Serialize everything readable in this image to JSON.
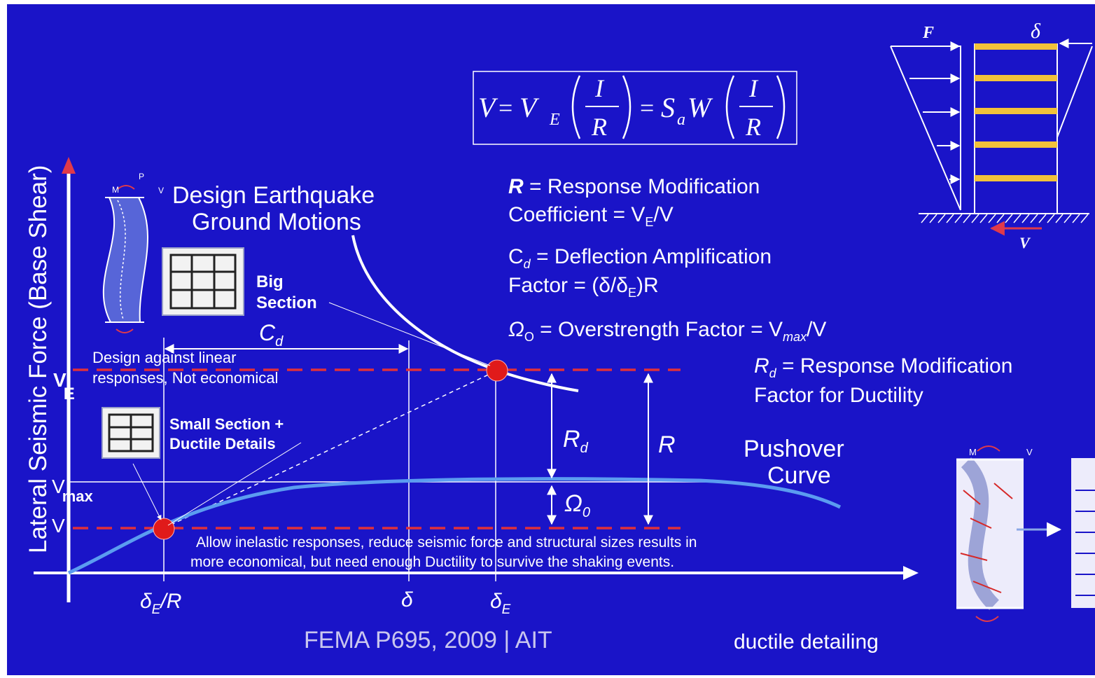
{
  "colors": {
    "background": "#1a14c8",
    "frame": "#ffffff",
    "text": "#ffffff",
    "curve": "#5b9cf0",
    "dashed": "#e0303a",
    "point": "#e01a1a",
    "axis_arrow": "#e03a4a",
    "floor_beam": "#f2c23a",
    "footer_text": "#c9c6ee"
  },
  "equation": {
    "lhs": "V",
    "ve": "V",
    "ve_sub": "E",
    "i1": "I",
    "r1": "R",
    "sa": "S",
    "sa_sub": "a",
    "w": "W",
    "i2": "I",
    "r2": "R"
  },
  "definitions": {
    "r_symbol": "R",
    "r_line1": " = Response Modification",
    "r_line2a": "Coefficient = V",
    "r_line2_sub": "E",
    "r_line2b": "/V",
    "cd_symbol": "C",
    "cd_sub": "d",
    "cd_line1": " = Deflection Amplification",
    "cd_line2a": "Factor = (δ/δ",
    "cd_line2_sub": "E",
    "cd_line2b": ")R",
    "omega_symbol": "Ω",
    "omega_sub": "O",
    "omega_text": " = Overstrength Factor = V",
    "omega_sub2": "max",
    "omega_tail": "/V",
    "rd_symbol": "R",
    "rd_sub": "d",
    "rd_line1": " = Response Modification",
    "rd_line2": "Factor for Ductility"
  },
  "diagram": {
    "y_axis_label": "Lateral Seismic Force (Base Shear)",
    "design_eq_line1": "Design Earthquake",
    "design_eq_line2": "Ground Motions",
    "big_section_1": "Big",
    "big_section_2": "Section",
    "small_section_1": "Small Section +",
    "small_section_2": "Ductile Details",
    "cd_label": "C",
    "cd_label_sub": "d",
    "linear_note_1": "Design against linear",
    "linear_note_2": "responses, Not economical",
    "ve_label": "V",
    "ve_label_sub": "E",
    "vmax_label": "V",
    "vmax_label_sub": "max",
    "v_label": "V",
    "rd_label": "R",
    "rd_label_sub": "d",
    "r_label": "R",
    "omega_label": "Ω",
    "omega_label_sub": "0",
    "pushover_1": "Pushover",
    "pushover_2": "Curve",
    "inelastic_1": "Allow inelastic responses, reduce seismic force and structural sizes results in",
    "inelastic_2": "more economical, but need enough Ductility to survive the shaking events.",
    "x_tick_1": "δ",
    "x_tick_1_sub": "E",
    "x_tick_1_tail": "/R",
    "x_tick_2": "δ",
    "x_tick_3": "δ",
    "x_tick_3_sub": "E"
  },
  "building": {
    "force_label": "F",
    "drift_label": "δ",
    "base_label": "V"
  },
  "column_sketch": {
    "moment": "M",
    "shear": "V",
    "axial": "P",
    "moment_top": "M",
    "shear_top": "V"
  },
  "footer": {
    "citation": "FEMA P695, 2009 | AIT",
    "ductile_caption": "ductile detailing"
  }
}
